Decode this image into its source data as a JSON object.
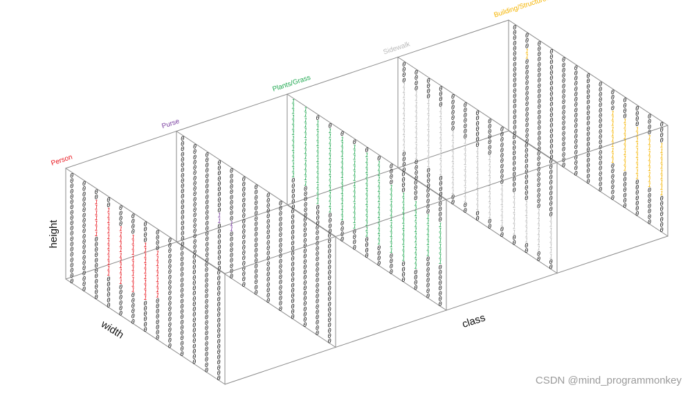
{
  "axes": {
    "height": "height",
    "width": "width",
    "class": "class"
  },
  "classes": [
    {
      "name": "Person",
      "color": "#e8141c",
      "ones": [
        [
          2,
          3,
          2,
          8
        ],
        [
          3,
          7,
          4,
          8
        ],
        [
          3,
          7,
          9,
          12
        ],
        [
          3,
          6,
          13,
          14
        ]
      ]
    },
    {
      "name": "Purse",
      "color": "#7a3fa0",
      "ones": [
        [
          3,
          4,
          10,
          11
        ]
      ]
    },
    {
      "name": "Plants/Grass",
      "color": "#20a851",
      "ones": [
        [
          0,
          1,
          0,
          14
        ],
        [
          2,
          7,
          1,
          16
        ],
        [
          8,
          10,
          4,
          16
        ],
        [
          11,
          12,
          5,
          12
        ]
      ]
    },
    {
      "name": "Sidewalk",
      "color": "#b9b9b9",
      "ones": [
        [
          0,
          3,
          4,
          16
        ],
        [
          4,
          7,
          7,
          18
        ],
        [
          8,
          12,
          11,
          18
        ]
      ]
    },
    {
      "name": "Building/Structures",
      "color": "#f5b400",
      "ones": [
        [
          1,
          1,
          3,
          4
        ],
        [
          8,
          12,
          4,
          13
        ]
      ]
    }
  ],
  "credit": "CSDN @mind_programmonkey"
}
